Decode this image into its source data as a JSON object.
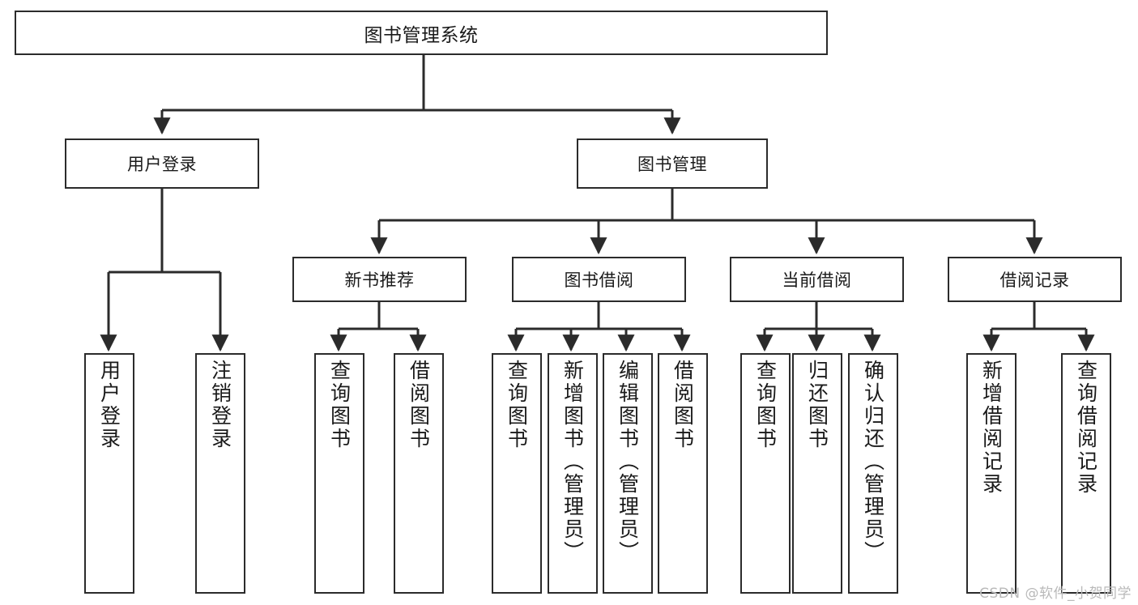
{
  "diagram": {
    "title": "图书管理系统",
    "watermark": "CSDN @软件_小贺同学",
    "colors": {
      "stroke": "#2b2b2b",
      "fill": "#ffffff",
      "text": "#1a1a1a",
      "watermark": "#b9b9b9"
    },
    "nodes": {
      "root": {
        "label": "图书管理系统"
      },
      "level1": [
        {
          "label": "用户登录"
        },
        {
          "label": "图书管理"
        }
      ],
      "level2": [
        {
          "label": "新书推荐"
        },
        {
          "label": "图书借阅"
        },
        {
          "label": "当前借阅"
        },
        {
          "label": "借阅记录"
        }
      ],
      "leaves": [
        {
          "label": "用户登录"
        },
        {
          "label": "注销登录"
        },
        {
          "label": "查询图书"
        },
        {
          "label": "借阅图书"
        },
        {
          "label": "查询图书"
        },
        {
          "label": "新增图书（管理员）"
        },
        {
          "label": "编辑图书（管理员）"
        },
        {
          "label": "借阅图书"
        },
        {
          "label": "查询图书"
        },
        {
          "label": "归还图书"
        },
        {
          "label": "确认归还（管理员）"
        },
        {
          "label": "新增借阅记录"
        },
        {
          "label": "查询借阅记录"
        }
      ]
    }
  }
}
